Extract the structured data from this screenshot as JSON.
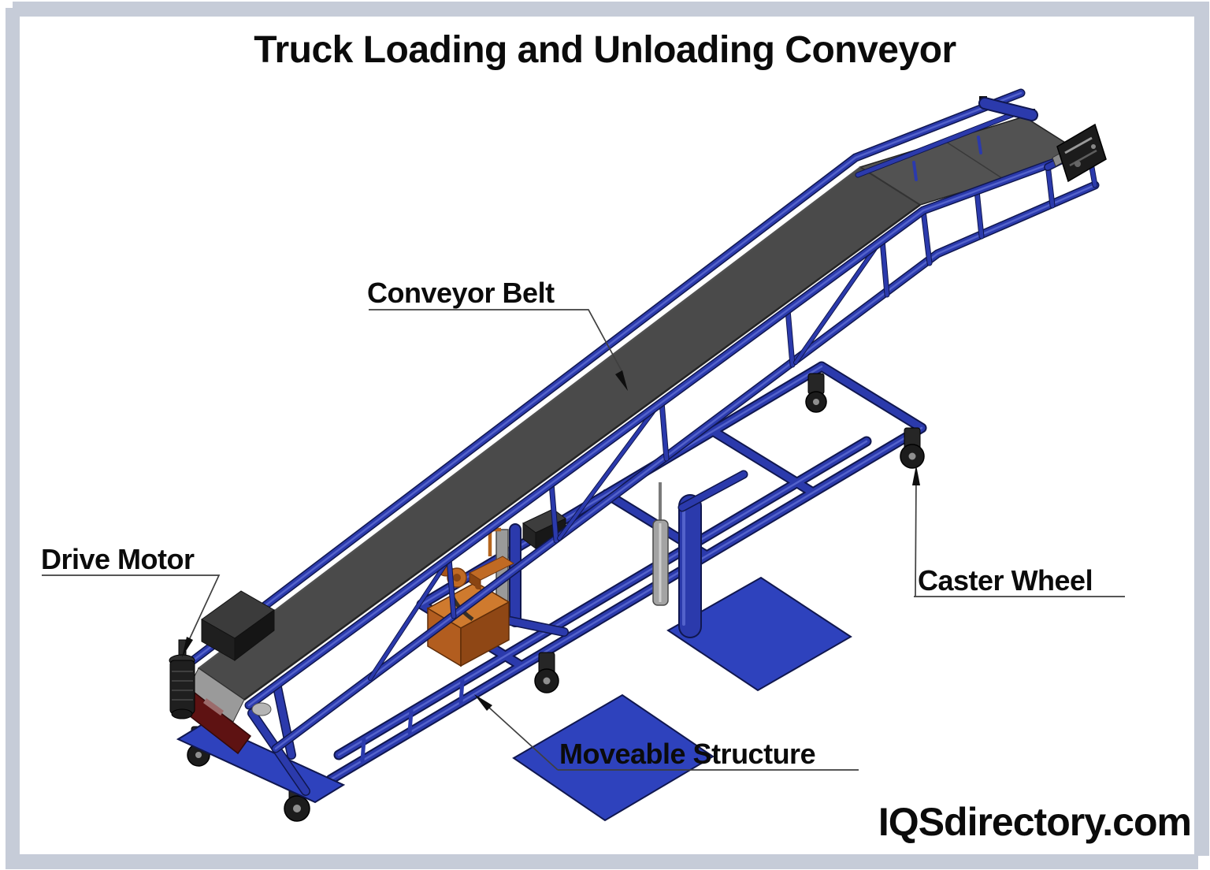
{
  "title": "Truck Loading and Unloading Conveyor",
  "watermark": "IQSdirectory.com",
  "colors": {
    "frame_blue": "#2b3aac",
    "tube_dark": "#10174f",
    "tube_highlight": "#5a6ad0",
    "belt_gray": "#4a4a4a",
    "belt_top_gray": "#525252",
    "belt_wrap_gray": "#9a9a9a",
    "plate_blue": "#2e42bd",
    "hpu_top": "#cf7a2e",
    "hpu_left": "#b25d1f",
    "hpu_right": "#8f4715",
    "caster_black": "#1c1c1c",
    "motor_black": "#1f1f1f",
    "plate_maroon": "#5e1212",
    "leader_line": "#3f3f3f",
    "border_gray": "#c6ccd8",
    "text_black": "#0b0b0b"
  },
  "diagram": {
    "type": "labeled-technical-illustration",
    "subject": "3D CAD rendering of an inclined belt conveyor on a wheeled moveable frame",
    "labels": [
      {
        "id": "conveyor-belt",
        "text": "Conveyor Belt"
      },
      {
        "id": "drive-motor",
        "text": "Drive Motor"
      },
      {
        "id": "caster-wheel",
        "text": "Caster Wheel"
      },
      {
        "id": "moveable-structure",
        "text": "Moveable Structure"
      }
    ]
  }
}
